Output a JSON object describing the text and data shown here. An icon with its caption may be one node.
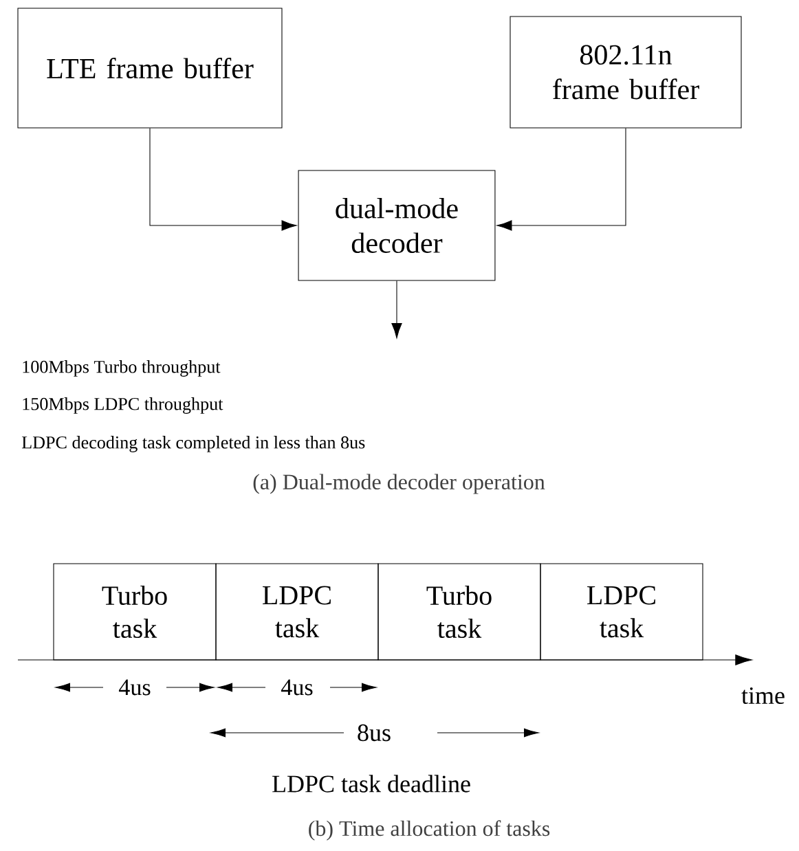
{
  "diagram": {
    "nodes": [
      {
        "text": [
          "LTE frame buffer"
        ]
      },
      {
        "text": [
          "802.11n frame buffer"
        ]
      },
      {
        "text": [
          "dual-mode decoder"
        ]
      },
      {
        "text": [
          "Turbo task"
        ]
      },
      {
        "text": [
          "LDPC task"
        ]
      },
      {
        "text": [
          "Turbo task"
        ]
      },
      {
        "text": [
          "LDPC task"
        ]
      }
    ],
    "edges": [
      {
        "from": 0,
        "to": 2,
        "arrow": "to"
      },
      {
        "from": 1,
        "to": 2,
        "arrow": "to"
      },
      {
        "from": 2,
        "to": null,
        "arrow": "to"
      }
    ],
    "labels": [
      "100Mbps Turbo throughput",
      "150Mbps LDPC throughput",
      "LDPC decoding task completed in less than 8us",
      "(a) Dual-mode decoder operation",
      "4us",
      "4us",
      "time",
      "8us",
      "LDPC task deadline",
      "(b) Time allocation of tasks"
    ]
  }
}
